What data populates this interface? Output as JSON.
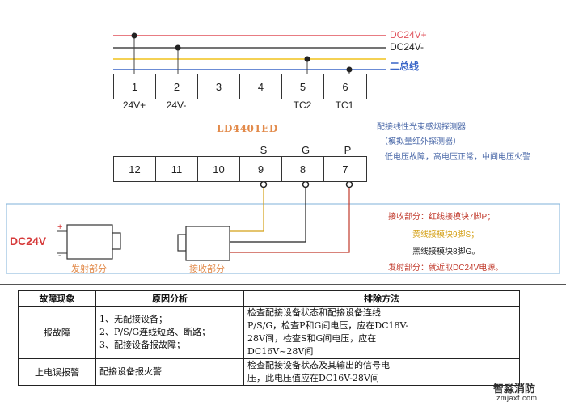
{
  "bus": {
    "lines": [
      {
        "name": "DC24V+",
        "color": "#e0505a"
      },
      {
        "name": "DC24V-",
        "color": "#222222"
      },
      {
        "name": "",
        "color": "#f0c21a"
      },
      {
        "name": "二总线",
        "color": "#3a66c8"
      }
    ]
  },
  "top_strip": {
    "cells": [
      "1",
      "2",
      "3",
      "4",
      "5",
      "6"
    ],
    "labels": [
      "24V+",
      "24V-",
      "",
      "",
      "TC2",
      "TC1"
    ]
  },
  "module_name": "LD4401ED",
  "bottom_strip": {
    "pin_labels": [
      "S",
      "G",
      "P"
    ],
    "cells": [
      "12",
      "11",
      "10",
      "9",
      "8",
      "7"
    ]
  },
  "detector_note": {
    "line1": "配接线性光束感烟探测器",
    "line2": "（模拟量红外探测器）",
    "line3": "低电压故障，高电压正常，中间电压火警"
  },
  "field": {
    "power_label": "DC24V",
    "plus": "+",
    "minus": "-",
    "transmitter_label": "发射部分",
    "receiver_label": "接收部分",
    "legend": [
      "接收部分：红线接模块7脚P；",
      "黄线接模块9脚S；",
      "黑线接模块8脚G。",
      "发射部分：就近取DC24V电源。"
    ],
    "legend_colors": [
      "#c0392b",
      "#d4a017",
      "#222222",
      "#c0392b"
    ]
  },
  "table": {
    "headers": [
      "故障现象",
      "原因分析",
      "排除方法"
    ],
    "rows": [
      {
        "symptom": "报故障",
        "cause": [
          "1、无配接设备；",
          "2、P/S/G连线短路、断路；",
          "3、配接设备报故障；"
        ],
        "fix": [
          "检查配接设备状态和配接设备连线",
          "P/S/G，检查P和G间电压，应在DC18V-",
          "28V间，检查S和G间电压，应在",
          "DC16V~28V间"
        ]
      },
      {
        "symptom": "上电误报警",
        "cause": [
          "配接设备报火警"
        ],
        "fix": [
          "检查配接设备状态及其输出的信号电",
          "压，此电压值应在DC16V-28V间"
        ]
      }
    ]
  },
  "logo": {
    "name": "智淼消防",
    "domain": "zmjaxf.com"
  }
}
